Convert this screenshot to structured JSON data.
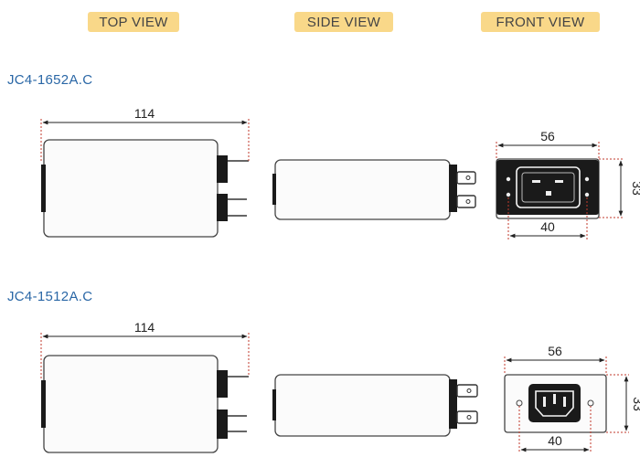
{
  "views": {
    "top": "TOP VIEW",
    "side": "SIDE VIEW",
    "front": "FRONT VIEW"
  },
  "models": [
    {
      "name": "JC4-1652A.C",
      "top_width": "114",
      "front_width": "56",
      "front_height": "33",
      "front_pitch": "40"
    },
    {
      "name": "JC4-1512A.C",
      "top_width": "114",
      "front_width": "56",
      "front_height": "33",
      "front_pitch": "40"
    }
  ],
  "colors": {
    "tag_bg": "#f9d889",
    "model_text": "#2a67a6",
    "body_fill": "#fbfbfb",
    "outline": "#444444",
    "dark": "#1a1a1a",
    "dim_red": "#c0392b"
  }
}
